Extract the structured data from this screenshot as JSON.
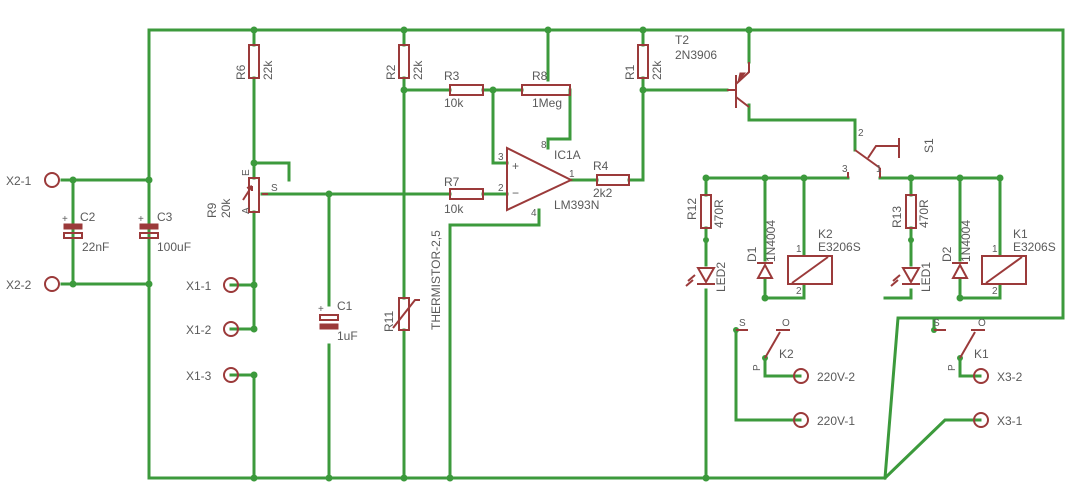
{
  "components": {
    "r6": {
      "name": "R6",
      "value": "22k"
    },
    "r2": {
      "name": "R2",
      "value": "22k"
    },
    "r1": {
      "name": "R1",
      "value": "22k"
    },
    "r3": {
      "name": "R3",
      "value": "10k"
    },
    "r8": {
      "name": "R8",
      "value": "1Meg"
    },
    "r7": {
      "name": "R7",
      "value": "10k"
    },
    "r4": {
      "name": "R4",
      "value": "2k2"
    },
    "r9": {
      "name": "R9",
      "value": "20k",
      "pin_s": "S",
      "pin_a": "A",
      "pin_e": "E"
    },
    "r11": {
      "name": "R11",
      "value": "THERMISTOR-2,5"
    },
    "r12": {
      "name": "R12",
      "value": "470R"
    },
    "r13": {
      "name": "R13",
      "value": "470R"
    },
    "c1": {
      "name": "C1",
      "value": "1uF"
    },
    "c2": {
      "name": "C2",
      "value": "22nF"
    },
    "c3": {
      "name": "C3",
      "value": "100uF"
    },
    "ic1": {
      "name": "IC1A",
      "value": "LM393N",
      "pin_plus": "+",
      "pin_minus": "−",
      "pin3": "3",
      "pin2": "2",
      "pin1": "1",
      "pin8": "8",
      "pin4": "4"
    },
    "t2": {
      "name": "T2",
      "value": "2N3906"
    },
    "d1": {
      "name": "D1",
      "value": "1N4004"
    },
    "d2": {
      "name": "D2",
      "value": "1N4004"
    },
    "led1": {
      "name": "LED1"
    },
    "led2": {
      "name": "LED2"
    },
    "k1coil": {
      "name": "K1",
      "value": "E3206S",
      "pin1": "1",
      "pin2": "2"
    },
    "k2coil": {
      "name": "K2",
      "value": "E3206S",
      "pin1": "1",
      "pin2": "2"
    },
    "k1sw": {
      "name": "K1",
      "s": "S",
      "o": "O",
      "p": "P"
    },
    "k2sw": {
      "name": "K2",
      "s": "S",
      "o": "O",
      "p": "P"
    },
    "s1": {
      "name": "S1",
      "p1": "1",
      "p2": "2",
      "p3": "3"
    }
  },
  "connectors": {
    "x2_1": "X2-1",
    "x2_2": "X2-2",
    "x1_1": "X1-1",
    "x1_2": "X1-2",
    "x1_3": "X1-3",
    "v220_2": "220V-2",
    "v220_1": "220V-1",
    "x3_2": "X3-2",
    "x3_1": "X3-1"
  }
}
